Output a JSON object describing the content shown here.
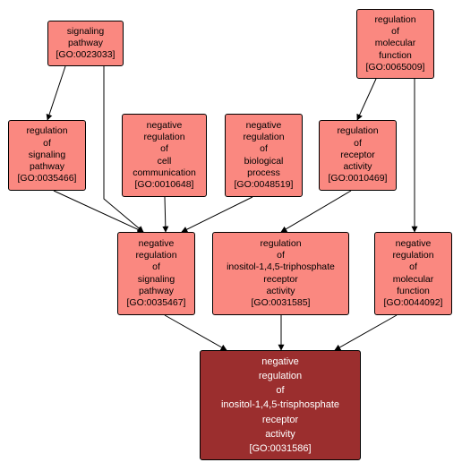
{
  "colors": {
    "node_fill": "#fa8880",
    "selected_fill": "#9b2e2e",
    "edge": "#000000"
  },
  "nodes": {
    "n0023033": {
      "lines": [
        "signaling",
        "pathway",
        "[GO:0023033]"
      ]
    },
    "n0065009": {
      "lines": [
        "regulation",
        "of",
        "molecular",
        "function",
        "[GO:0065009]"
      ]
    },
    "n0035466": {
      "lines": [
        "regulation",
        "of",
        "signaling",
        "pathway",
        "[GO:0035466]"
      ]
    },
    "n0010648": {
      "lines": [
        "negative",
        "regulation",
        "of",
        "cell",
        "communication",
        "[GO:0010648]"
      ]
    },
    "n0048519": {
      "lines": [
        "negative",
        "regulation",
        "of",
        "biological",
        "process",
        "[GO:0048519]"
      ]
    },
    "n0010469": {
      "lines": [
        "regulation",
        "of",
        "receptor",
        "activity",
        "[GO:0010469]"
      ]
    },
    "n0035467": {
      "lines": [
        "negative",
        "regulation",
        "of",
        "signaling",
        "pathway",
        "[GO:0035467]"
      ]
    },
    "n0031585": {
      "lines": [
        "regulation",
        "of",
        "inositol-1,4,5-triphosphate",
        "receptor",
        "activity",
        "[GO:0031585]"
      ]
    },
    "n0044092": {
      "lines": [
        "negative",
        "regulation",
        "of",
        "molecular",
        "function",
        "[GO:0044092]"
      ]
    },
    "n0031586": {
      "lines": [
        "negative",
        "regulation",
        "of",
        "inositol-1,4,5-trisphosphate",
        "receptor",
        "activity",
        "[GO:0031586]"
      ]
    }
  }
}
